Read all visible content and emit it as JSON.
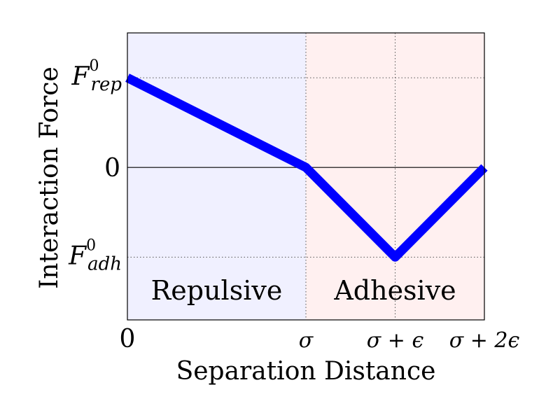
{
  "chart_data": {
    "type": "line",
    "xlabel": "Separation Distance",
    "ylabel": "Interaction Force",
    "xlim": [
      0,
      4
    ],
    "ylim": [
      -1.7,
      1.5
    ],
    "grid": "dotted",
    "x_ticks": [
      {
        "value": 0,
        "label": "0"
      },
      {
        "value": 2,
        "label": "σ"
      },
      {
        "value": 3,
        "label": "σ + ϵ"
      },
      {
        "value": 4,
        "label": "σ + 2ϵ"
      }
    ],
    "y_ticks": [
      {
        "value": 1,
        "label": "F",
        "sup": "0",
        "sub": "rep"
      },
      {
        "value": 0,
        "label": "0",
        "sup": "",
        "sub": ""
      },
      {
        "value": -1,
        "label": "F",
        "sup": "0",
        "sub": "adh"
      }
    ],
    "series": [
      {
        "x": [
          0,
          2,
          3,
          4
        ],
        "y": [
          1,
          0,
          -1,
          0
        ],
        "color": "#0000ff"
      }
    ],
    "regions": [
      {
        "label": "Repulsive",
        "x": [
          0,
          2
        ],
        "color": "#f0f0ff"
      },
      {
        "label": "Adhesive",
        "x": [
          2,
          4
        ],
        "color": "#fff0f0"
      }
    ]
  }
}
